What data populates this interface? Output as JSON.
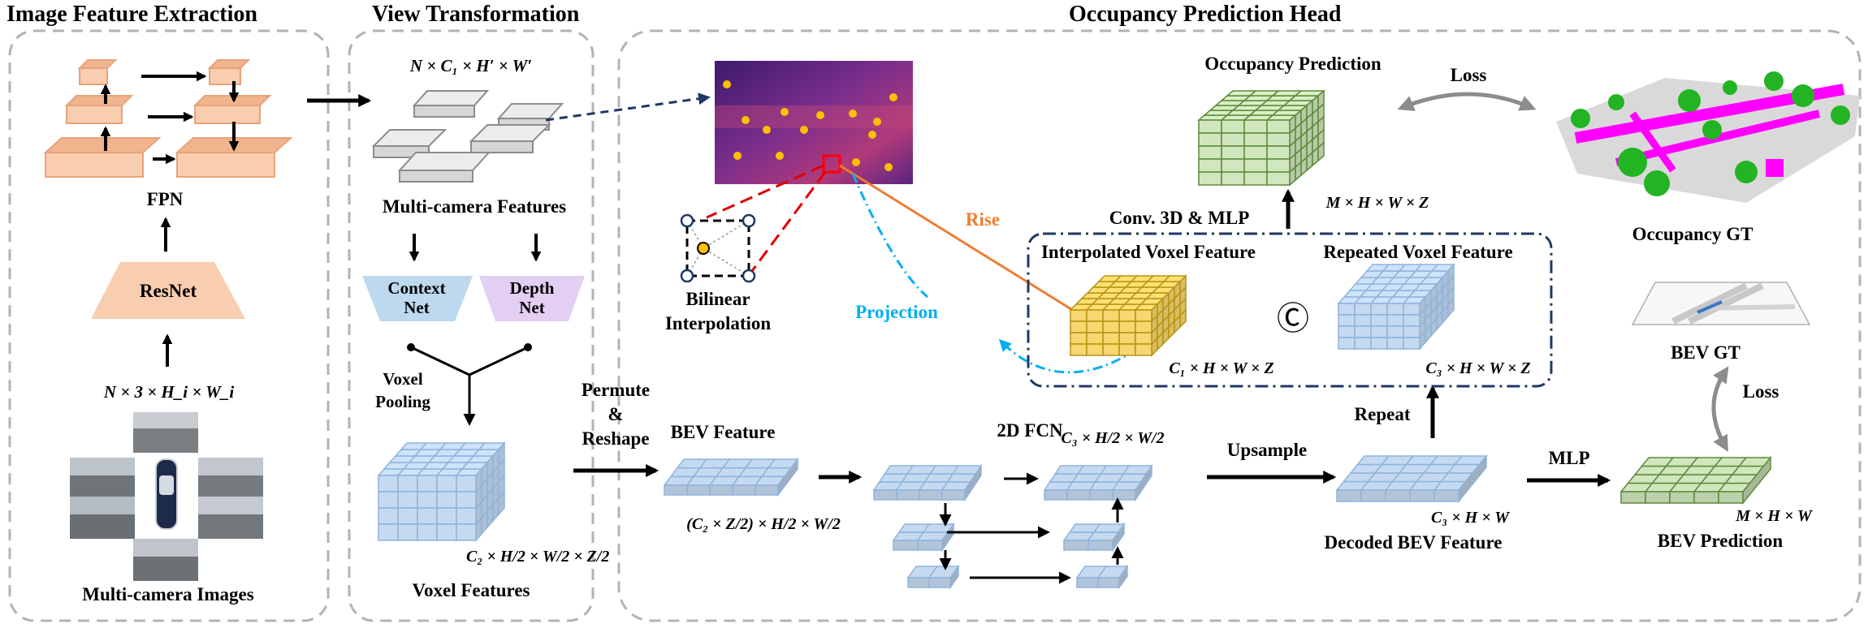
{
  "sections": {
    "image_feature_extraction": "Image Feature Extraction",
    "view_transformation": "View Transformation",
    "occupancy_head": "Occupancy Prediction Head"
  },
  "extraction": {
    "fpn": "FPN",
    "resnet": "ResNet",
    "input_shape": "N × 3 × H_i × W_i",
    "images_label": "Multi-camera Images"
  },
  "view": {
    "feature_shape": "N × C₁ × H′ × W′",
    "features_label": "Multi-camera Features",
    "context_net": [
      "Context",
      "Net"
    ],
    "depth_net": [
      "Depth",
      "Net"
    ],
    "voxel_pooling": [
      "Voxel",
      "Pooling"
    ],
    "voxel_shape": "C₂ × H/2 × W/2 × Z/2",
    "voxel_label": "Voxel Features"
  },
  "head": {
    "permute": [
      "Permute",
      "&",
      "Reshape"
    ],
    "bev_feature": "BEV Feature",
    "bev_shape": "(C₂ × Z/2) × H/2 × W/2",
    "fcn": "2D FCN",
    "fcn_shape": "C₃ × H/2 × W/2",
    "upsample": "Upsample",
    "decoded_label": "Decoded BEV Feature",
    "decoded_shape": "C₃ × H × W",
    "repeat": "Repeat",
    "mlp": "MLP",
    "bev_prediction": "BEV Prediction",
    "bev_pred_shape": "M × H × W",
    "bev_gt": "BEV GT",
    "loss_bev": "Loss",
    "bilinear": [
      "Bilinear",
      "Interpolation"
    ],
    "rise": "Rise",
    "projection": "Projection",
    "interp_label": "Interpolated Voxel Feature",
    "interp_shape": "C₁ × H × W × Z",
    "concat_symbol": "Ⓒ",
    "repeated_label": "Repeated Voxel Feature",
    "repeated_shape": "C₃ × H × W × Z",
    "conv_mlp": "Conv. 3D & MLP",
    "occ_pred": "Occupancy Prediction",
    "occ_shape": "M × H × W × Z",
    "loss_occ": "Loss",
    "occ_gt": "Occupancy GT"
  },
  "colors": {
    "orange_fill": "#f8cdb0",
    "orange_stroke": "#e9a27a",
    "blue_fill": "#c5daf0",
    "blue_stroke": "#8fb3dc",
    "yellow_fill": "#f6d770",
    "yellow_stroke": "#b79412",
    "green_fill": "#d0e7be",
    "green_stroke": "#5f8a3c",
    "gray_fill": "#d6d6d6",
    "gray_stroke": "#8c8c8c",
    "context_fill": "#bcd9ef",
    "depth_fill": "#e3cff2",
    "rise": "#ed7d31",
    "projection": "#00b0f0",
    "heatmap_dot": "#ffc000",
    "section_border": "#b3b3b3"
  }
}
